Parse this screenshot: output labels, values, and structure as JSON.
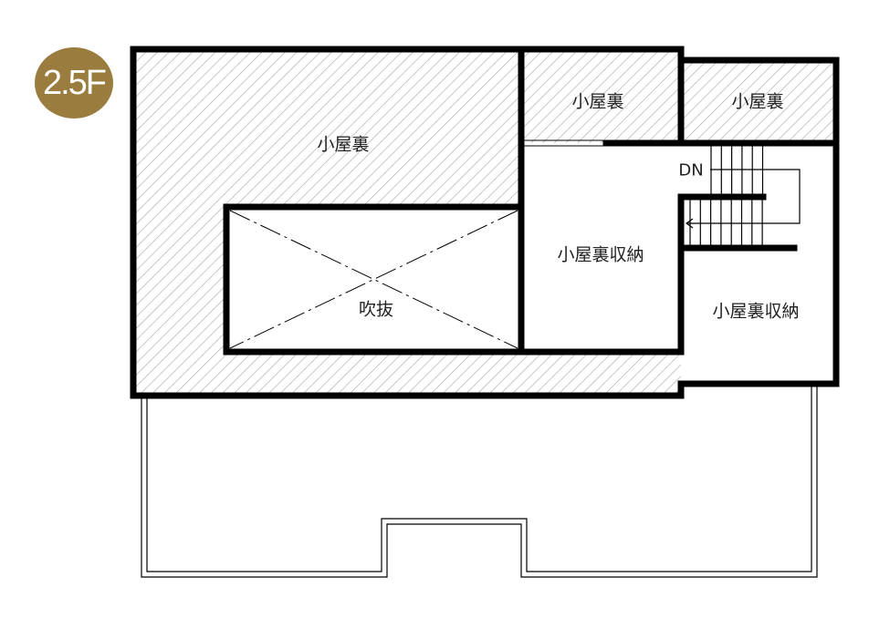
{
  "floor_badge": "2.5F",
  "colors": {
    "badge": "#9a7c3f",
    "wall": "#000000",
    "hatch": "#aaaaaa"
  },
  "rooms": {
    "attic_main": "小屋裏",
    "attic_top_middle": "小屋裏",
    "attic_top_right": "小屋裏",
    "attic_storage_left": "小屋裏収納",
    "attic_storage_right": "小屋裏収納",
    "void": "吹抜"
  },
  "stairs": {
    "direction_label": "DN"
  }
}
